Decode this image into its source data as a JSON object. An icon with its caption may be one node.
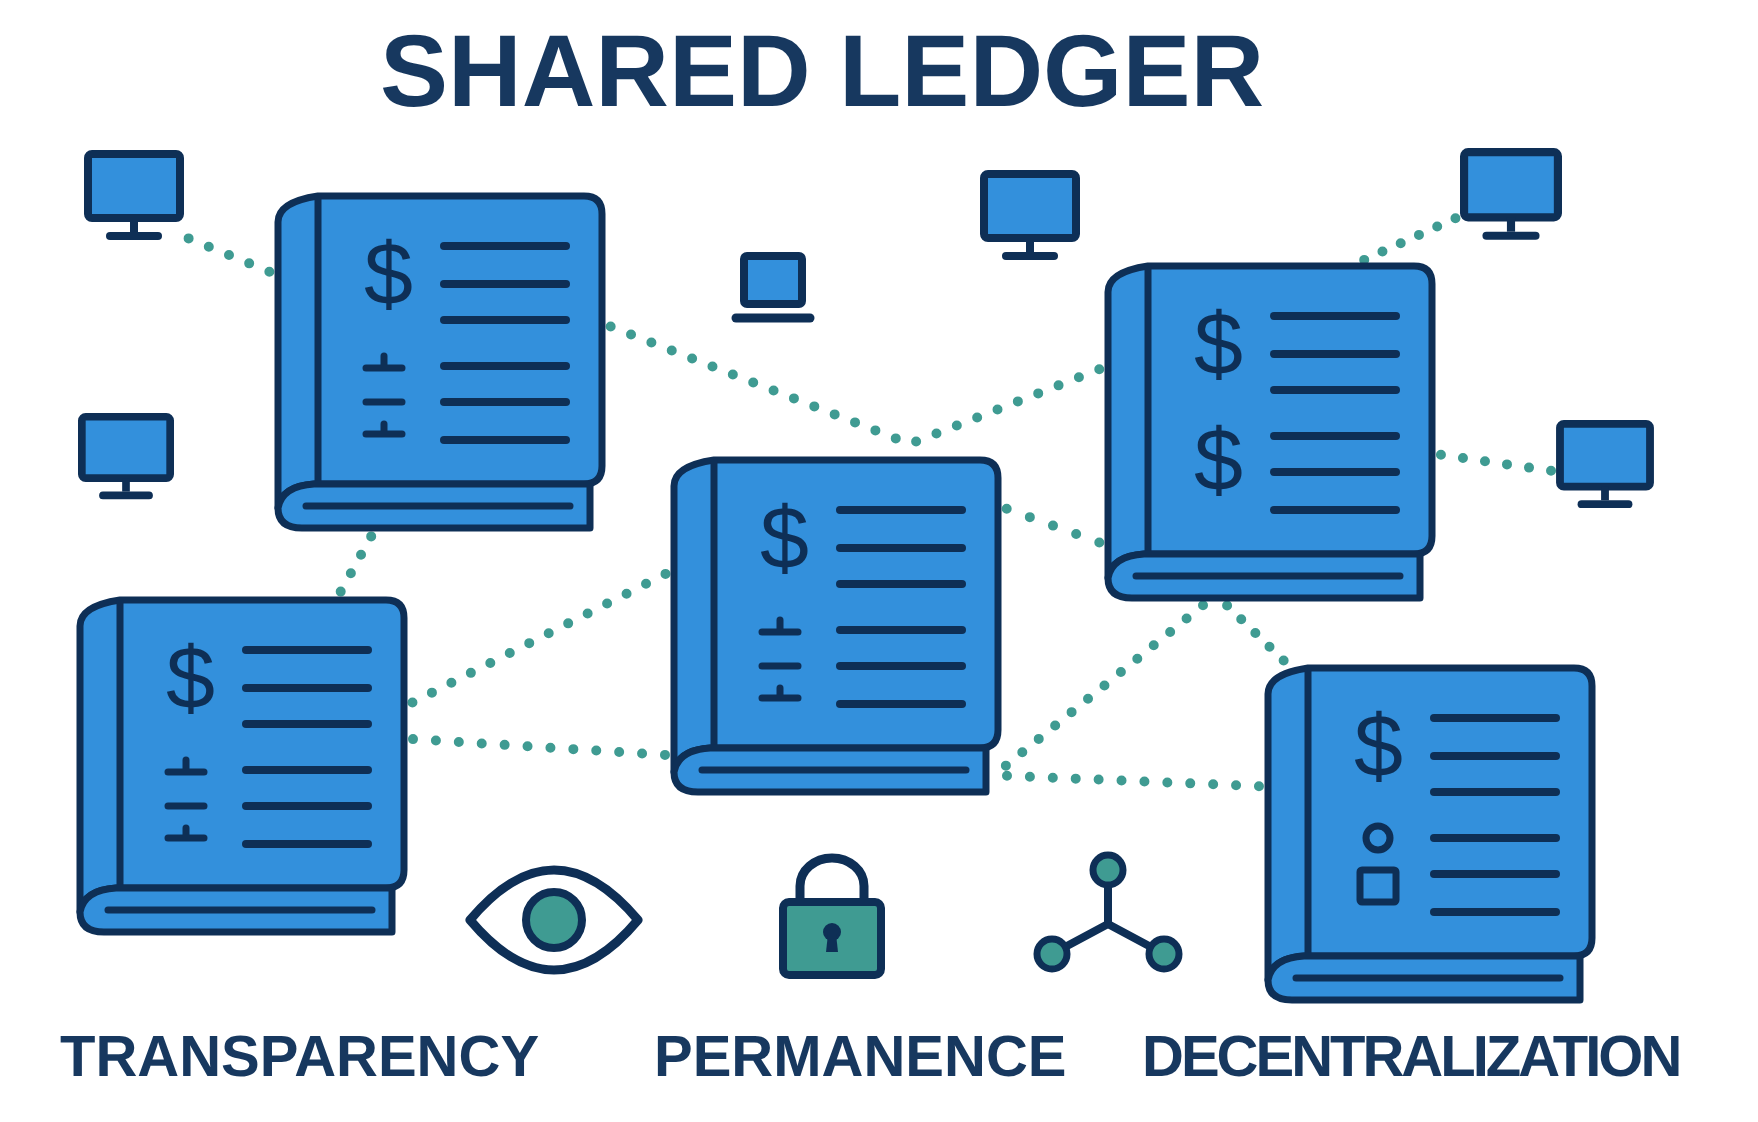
{
  "diagram": {
    "title": "SHARED LEDGER",
    "nodes": [
      {
        "text": [],
        "shape": "monitor"
      },
      {
        "text": [
          "$"
        ]
      },
      {
        "text": [],
        "shape": "laptop"
      },
      {
        "text": [],
        "shape": "monitor"
      },
      {
        "text": [],
        "shape": "monitor"
      },
      {
        "text": [
          "$",
          "$"
        ]
      },
      {
        "text": [],
        "shape": "monitor"
      },
      {
        "text": [],
        "shape": "monitor"
      },
      {
        "text": [
          "$"
        ]
      },
      {
        "text": [
          "$"
        ]
      },
      {
        "text": [
          "$"
        ]
      }
    ],
    "edges": [
      {
        "from": 0,
        "to": 1,
        "arrow": "none"
      },
      {
        "from": 1,
        "to": 5,
        "arrow": "none"
      },
      {
        "from": 8,
        "to": 5,
        "arrow": "none"
      },
      {
        "from": 4,
        "to": 5,
        "arrow": "none"
      },
      {
        "from": 5,
        "to": 7,
        "arrow": "none"
      },
      {
        "from": 1,
        "to": 9,
        "arrow": "none"
      },
      {
        "from": 9,
        "to": 8,
        "arrow": "none"
      },
      {
        "from": 9,
        "to": 8,
        "arrow": "none"
      },
      {
        "from": 8,
        "to": 5,
        "arrow": "none"
      },
      {
        "from": 5,
        "to": 10,
        "arrow": "none"
      },
      {
        "from": 8,
        "to": 10,
        "arrow": "none"
      }
    ],
    "labels": [
      "TRANSPARENCY",
      "PERMANENCE",
      "DECENTRALIZATION"
    ]
  }
}
